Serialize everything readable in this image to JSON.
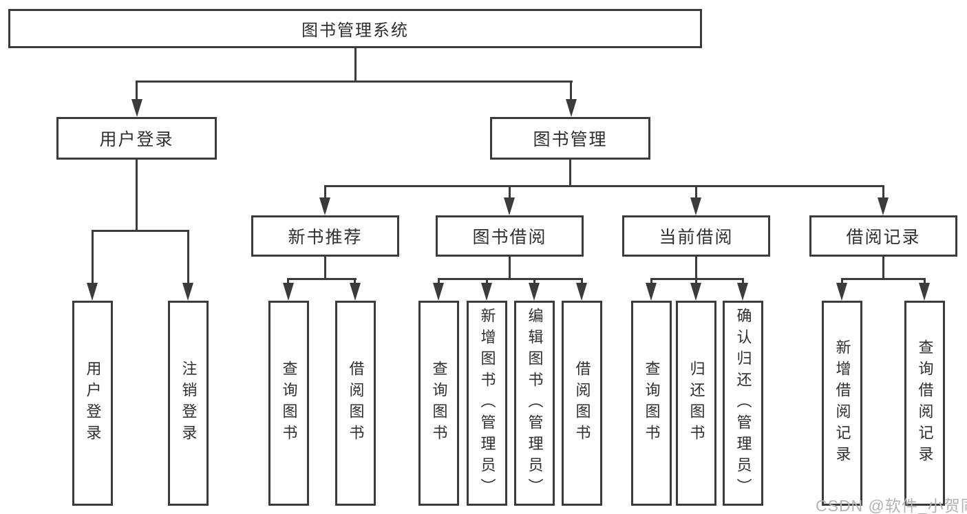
{
  "colors": {
    "line": "#3b3b3b",
    "box_border": "#3b3b3b",
    "text": "#2f2f2f",
    "watermark": "#b3b3b3",
    "background": "#ffffff"
  },
  "diagram": {
    "root": {
      "label": "图书管理系统",
      "children": [
        {
          "label": "用户登录",
          "children": [
            {
              "label": "用户登录"
            },
            {
              "label": "注销登录"
            }
          ]
        },
        {
          "label": "图书管理",
          "children": [
            {
              "label": "新书推荐",
              "children": [
                {
                  "label": "查询图书"
                },
                {
                  "label": "借阅图书"
                }
              ]
            },
            {
              "label": "图书借阅",
              "children": [
                {
                  "label": "查询图书"
                },
                {
                  "label": "新增图书（管理员）"
                },
                {
                  "label": "编辑图书（管理员）"
                },
                {
                  "label": "借阅图书"
                }
              ]
            },
            {
              "label": "当前借阅",
              "children": [
                {
                  "label": "查询图书"
                },
                {
                  "label": "归还图书"
                },
                {
                  "label": "确认归还（管理员）"
                }
              ]
            },
            {
              "label": "借阅记录",
              "children": [
                {
                  "label": "新增借阅记录"
                },
                {
                  "label": "查询借阅记录"
                }
              ]
            }
          ]
        }
      ]
    }
  },
  "watermark": {
    "text": "CSDN @软件_小贺同学"
  }
}
